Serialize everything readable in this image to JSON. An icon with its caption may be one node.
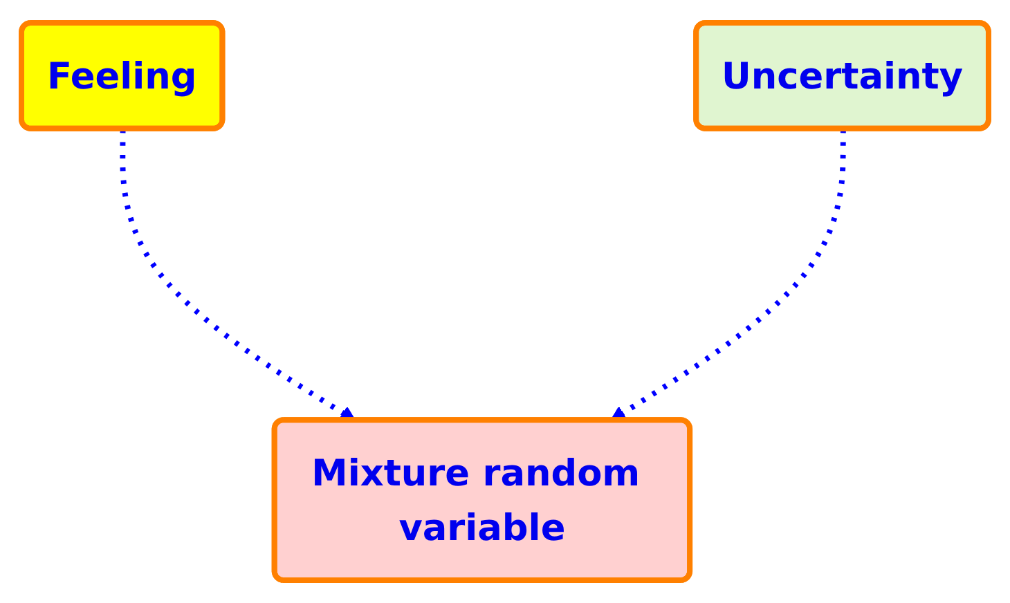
{
  "diagram": {
    "nodes": [
      {
        "text": [
          "Feeling"
        ]
      },
      {
        "text": [
          "Uncertainty"
        ]
      },
      {
        "text": [
          "Mixture random variable"
        ]
      }
    ],
    "edges": [
      {
        "from": 0,
        "to": 2,
        "arrow": "to",
        "style": "dashed"
      },
      {
        "from": 1,
        "to": 2,
        "arrow": "to",
        "style": "dashed"
      }
    ]
  }
}
